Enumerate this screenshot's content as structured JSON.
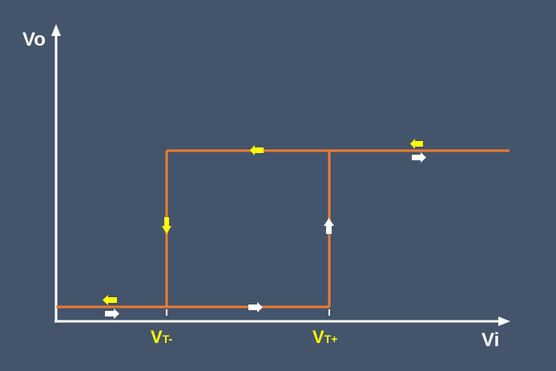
{
  "diagram": {
    "title": "",
    "y_axis_label": "Vo",
    "x_axis_label": "Vi",
    "threshold_low": {
      "main": "V",
      "sub": "T-"
    },
    "threshold_high": {
      "main": "V",
      "sub": "T+"
    }
  },
  "colors": {
    "background": "#44546a",
    "axis": "#ffffff",
    "curve": "#ed7d31",
    "threshold_text": "#ffff00",
    "axis_text": "#ffffff",
    "arrow_decreasing": "#ffff00",
    "arrow_increasing": "#ffffff"
  },
  "icons": {
    "arrow_decreasing": "arrow-left-icon",
    "arrow_increasing": "arrow-right-icon"
  }
}
